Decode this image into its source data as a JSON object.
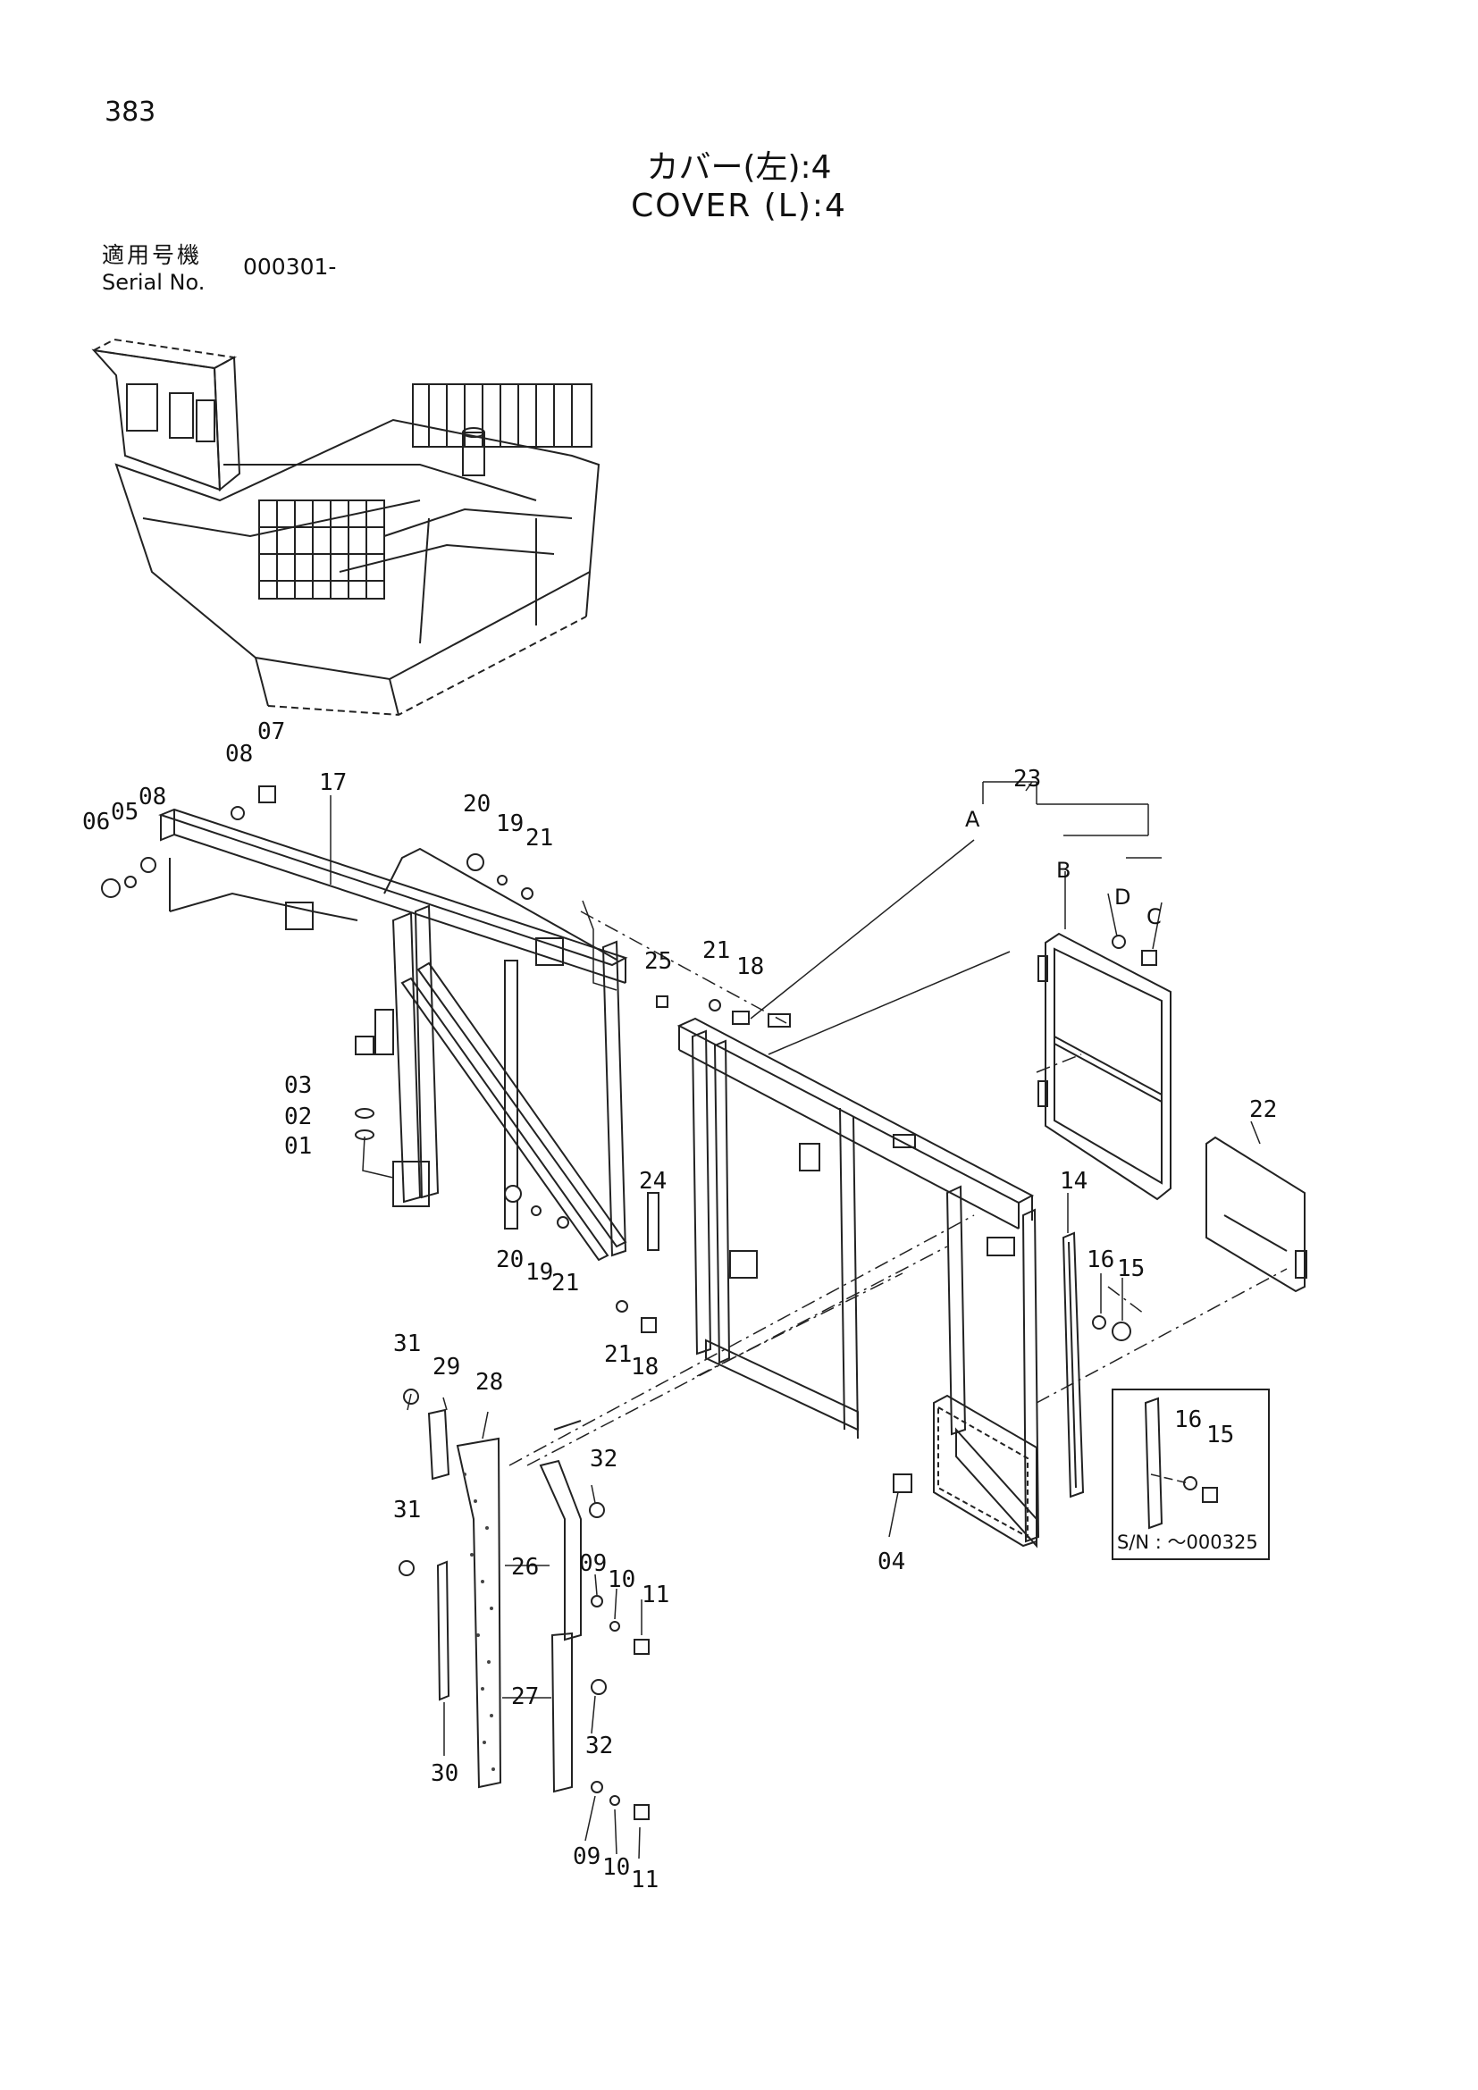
{
  "page": {
    "number": "383",
    "title_ja": "カバー(左):4",
    "title_en": "COVER (L):4",
    "serial_label_ja": "適用号機",
    "serial_label_en": "Serial No.",
    "serial_value": "000301-"
  },
  "callouts": {
    "c06": "06",
    "c05": "05",
    "c08a": "08",
    "c08b": "08",
    "c07": "07",
    "c17": "17",
    "c20a": "20",
    "c19a": "19",
    "c21a": "21",
    "c25": "25",
    "c21b": "21",
    "c18a": "18",
    "c03": "03",
    "c02": "02",
    "c01": "01",
    "c20b": "20",
    "c19b": "19",
    "c21c": "21",
    "c24": "24",
    "c21d": "21",
    "c18b": "18",
    "c23": "23",
    "cA": "A",
    "cB": "B",
    "cD": "D",
    "cC": "C",
    "c22": "22",
    "c14": "14",
    "c16": "16",
    "c15": "15",
    "c04": "04",
    "c31a": "31",
    "c29": "29",
    "c28": "28",
    "c32a": "32",
    "c31b": "31",
    "c26": "26",
    "c09a": "09",
    "c10a": "10",
    "c11a": "11",
    "c30": "30",
    "c27": "27",
    "c32b": "32",
    "c09b": "09",
    "c10b": "10",
    "c11b": "11",
    "inset16": "16",
    "inset15": "15"
  },
  "inset": {
    "note": "S/N : ～000325"
  }
}
